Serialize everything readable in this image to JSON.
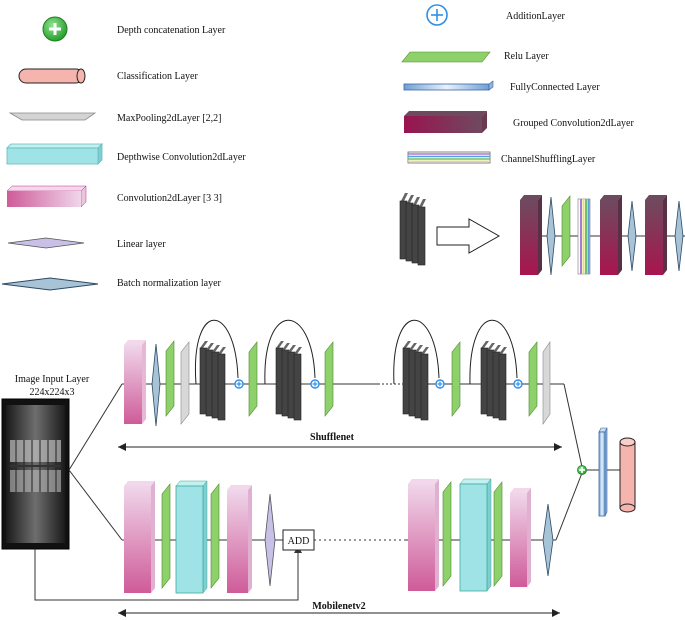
{
  "legend": {
    "depth_concat": "Depth concatenation Layer",
    "classification": "Classification Layer",
    "maxpool": "MaxPooling2dLayer [2,2]",
    "depthwise_conv": "Depthwise Convolution2dLayer",
    "conv2d": "Convolution2dLayer [3 3]",
    "linear": "Linear layer",
    "batchnorm": "Batch normalization layer",
    "addition": "AdditionLayer",
    "relu": "Relu Layer",
    "fully_connected": "FullyConnected Layer",
    "grouped_conv": "Grouped Convolution2dLayer",
    "channel_shuffle": "ChannelShufflingLayer"
  },
  "input": {
    "title": "Image Input Layer",
    "size": "224x224x3"
  },
  "branches": {
    "shufflenet": "Shufflenet",
    "mobilenet": "Mobilenetv2",
    "add_label": "ADD"
  },
  "colors": {
    "conv_pink": "#d67fae",
    "depthwise_cyan": "#9fe3e6",
    "relu_green": "#8ed06a",
    "batchnorm_steel": "#a8c3d6",
    "linear_lavender": "#c8c0e6",
    "grouped_maroon": "#8e1a4e",
    "classification_pink": "#f6b4ae",
    "concat_green": "#35b536",
    "addition_blue": "#2f8fe6",
    "maxpool_gray": "#d0d0d0",
    "dark_block": "#444444"
  }
}
